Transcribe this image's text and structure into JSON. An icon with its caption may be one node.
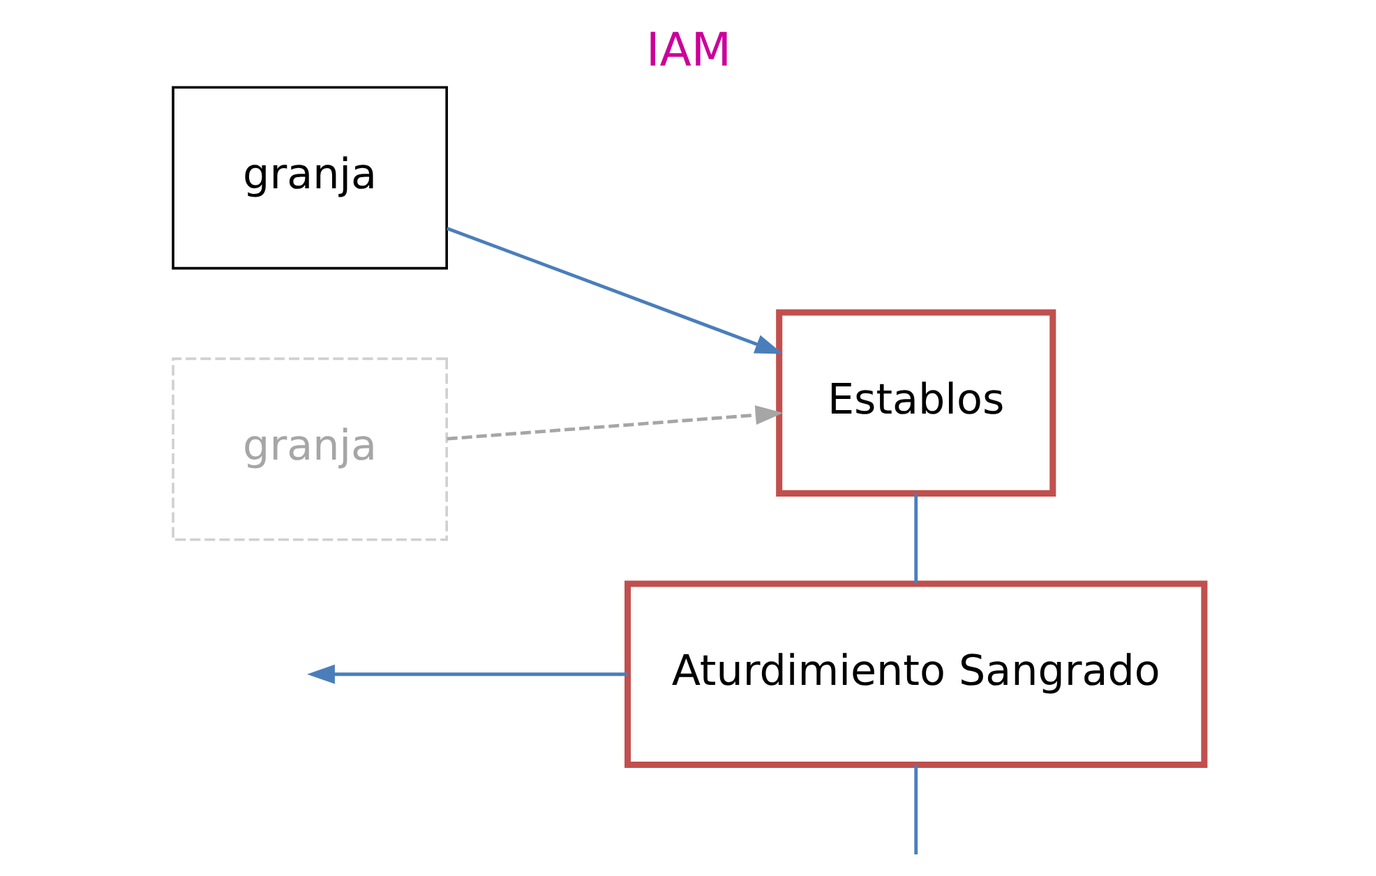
{
  "diagram": {
    "title": "IAM",
    "nodes": [
      {
        "text": [
          "granja"
        ]
      },
      {
        "text": [
          "granja"
        ]
      },
      {
        "text": [
          "Establos"
        ]
      },
      {
        "text": [
          "Aturdimiento Sangrado"
        ]
      }
    ],
    "edges": [
      {
        "from": 0,
        "to": 2,
        "arrow": "to"
      },
      {
        "from": 1,
        "to": 2,
        "arrow": "to",
        "style": "dashed",
        "color": "#a6a6a6"
      },
      {
        "from": 2,
        "to": 3,
        "arrow": "none"
      },
      {
        "from": 3,
        "to": null,
        "arrow": "to"
      },
      {
        "from": 3,
        "to": null,
        "arrow": "none"
      }
    ]
  }
}
